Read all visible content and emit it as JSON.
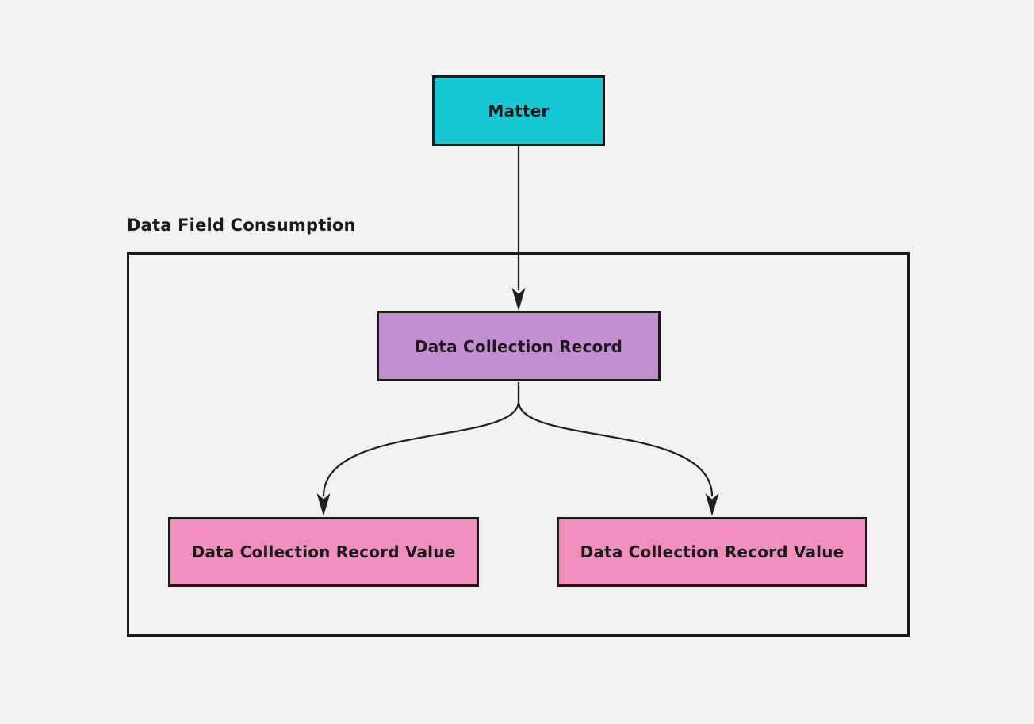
{
  "diagram": {
    "background_color": "#f2f2f2",
    "line_color": "#1f1f23",
    "border_color": "#1a1a1a",
    "container": {
      "label": "Data Field Consumption"
    },
    "nodes": {
      "matter": {
        "label": "Matter",
        "fill": "#16c7d4"
      },
      "record": {
        "label": "Data Collection Record",
        "fill": "#c48fd0"
      },
      "value_left": {
        "label": "Data Collection Record Value",
        "fill": "#f08fbe"
      },
      "value_right": {
        "label": "Data Collection Record Value",
        "fill": "#f08fbe"
      }
    },
    "edges": [
      {
        "from": "Matter",
        "to": "Data Collection Record"
      },
      {
        "from": "Data Collection Record",
        "to": "Data Collection Record Value (left)"
      },
      {
        "from": "Data Collection Record",
        "to": "Data Collection Record Value (right)"
      }
    ]
  }
}
